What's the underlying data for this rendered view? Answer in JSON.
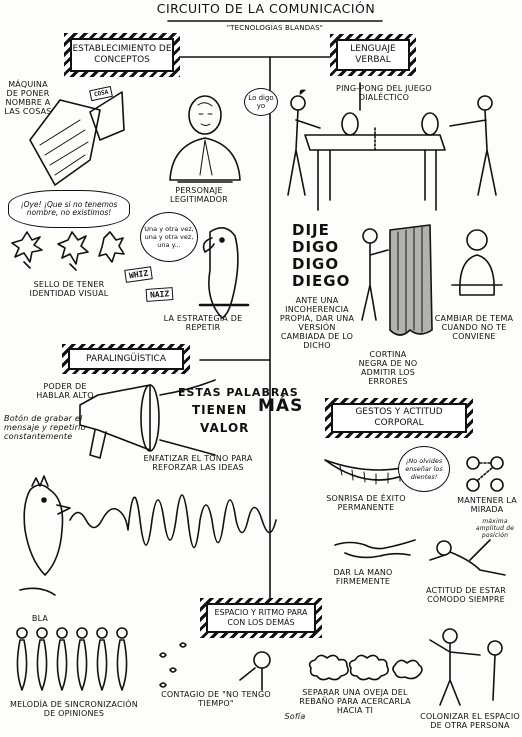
{
  "title": "Circuito de la comunicación",
  "subtitle": "\"Tecnologías blandas\"",
  "signature": "Sofía",
  "boxes": {
    "conceptos": "Establecimiento de conceptos",
    "verbal": "Lenguaje verbal",
    "paralinguistica": "Paralingüística",
    "gestos": "Gestos y actitud corporal",
    "espacio": "Espacio y ritmo para con los demás"
  },
  "conceptos": {
    "maquina_tag": "COSA",
    "maquina_label": "Máquina de poner nombre a las cosas",
    "lo_digo_yo": "Lo digo yo",
    "personaje": "Personaje legitimador",
    "oye_bubble": "¡Oye! ¡Que si no tenemos nombre, no existimos!",
    "sello": "Sello de tener identidad visual",
    "stamps": [
      "WHIZ",
      "NAIZ"
    ],
    "parrot_bubble": "Una y otra vez, una y otra vez, una y...",
    "estrategia": "La estrategia de repetir"
  },
  "verbal": {
    "ping_pong": "Ping-pong del juego dialéctico",
    "digo_words": [
      "DIJE",
      "DIGO",
      "DIGO",
      "DIEGO"
    ],
    "incoherencia": "Ante una incoherencia propia, dar una versión cambiada de lo dicho",
    "cortina": "Cortina negra de no admitir los errores",
    "cambiar": "Cambiar de tema cuando no te conviene"
  },
  "paralinguistica": {
    "poder": "Poder de hablar alto",
    "boton": "Botón de grabar el mensaje y repetirlo constantemente",
    "megafono": "Estas palabras tienen más valor",
    "megafono_parts": [
      "ESTAS PALABRAS",
      "TIENEN",
      "MÁS",
      "VALOR"
    ],
    "enfatizar": "Enfatizar el tono para reforzar las ideas"
  },
  "gestos": {
    "no_olvides": "¡No olvides enseñar los dientes!",
    "sonrisa": "Sonrisa de éxito permanente",
    "mirada": "Mantener la mirada",
    "mano": "Dar la mano firmemente",
    "amplitud": "máxima amplitud de posición",
    "actitud": "Actitud de estar cómodo siempre"
  },
  "espacio": {
    "bla": "BLA",
    "melodia": "Melodía de sincronización de opiniones",
    "contagio": "Contagio de \"no tengo tiempo\"",
    "oveja": "Separar una oveja del rebaño para acercarla hacia ti",
    "colonizar": "Colonizar el espacio de otra persona"
  }
}
